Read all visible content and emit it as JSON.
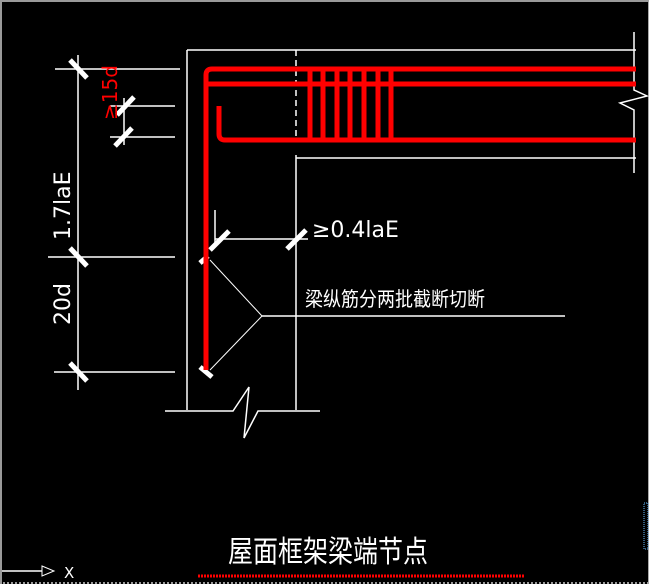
{
  "colors": {
    "background": "#000000",
    "lines": "#ffffff",
    "rebar": "#ff0000",
    "selection": "#66bbff"
  },
  "drawing": {
    "title": "屋面框架梁端节点",
    "dimensions": {
      "top_anchor": "≥15d",
      "lap_length": "1.7laE",
      "bottom_length": "20d",
      "horizontal": "≥0.4laE"
    },
    "annotation": "梁纵筋分两批截断切断",
    "ucs_axis_label": "X"
  }
}
